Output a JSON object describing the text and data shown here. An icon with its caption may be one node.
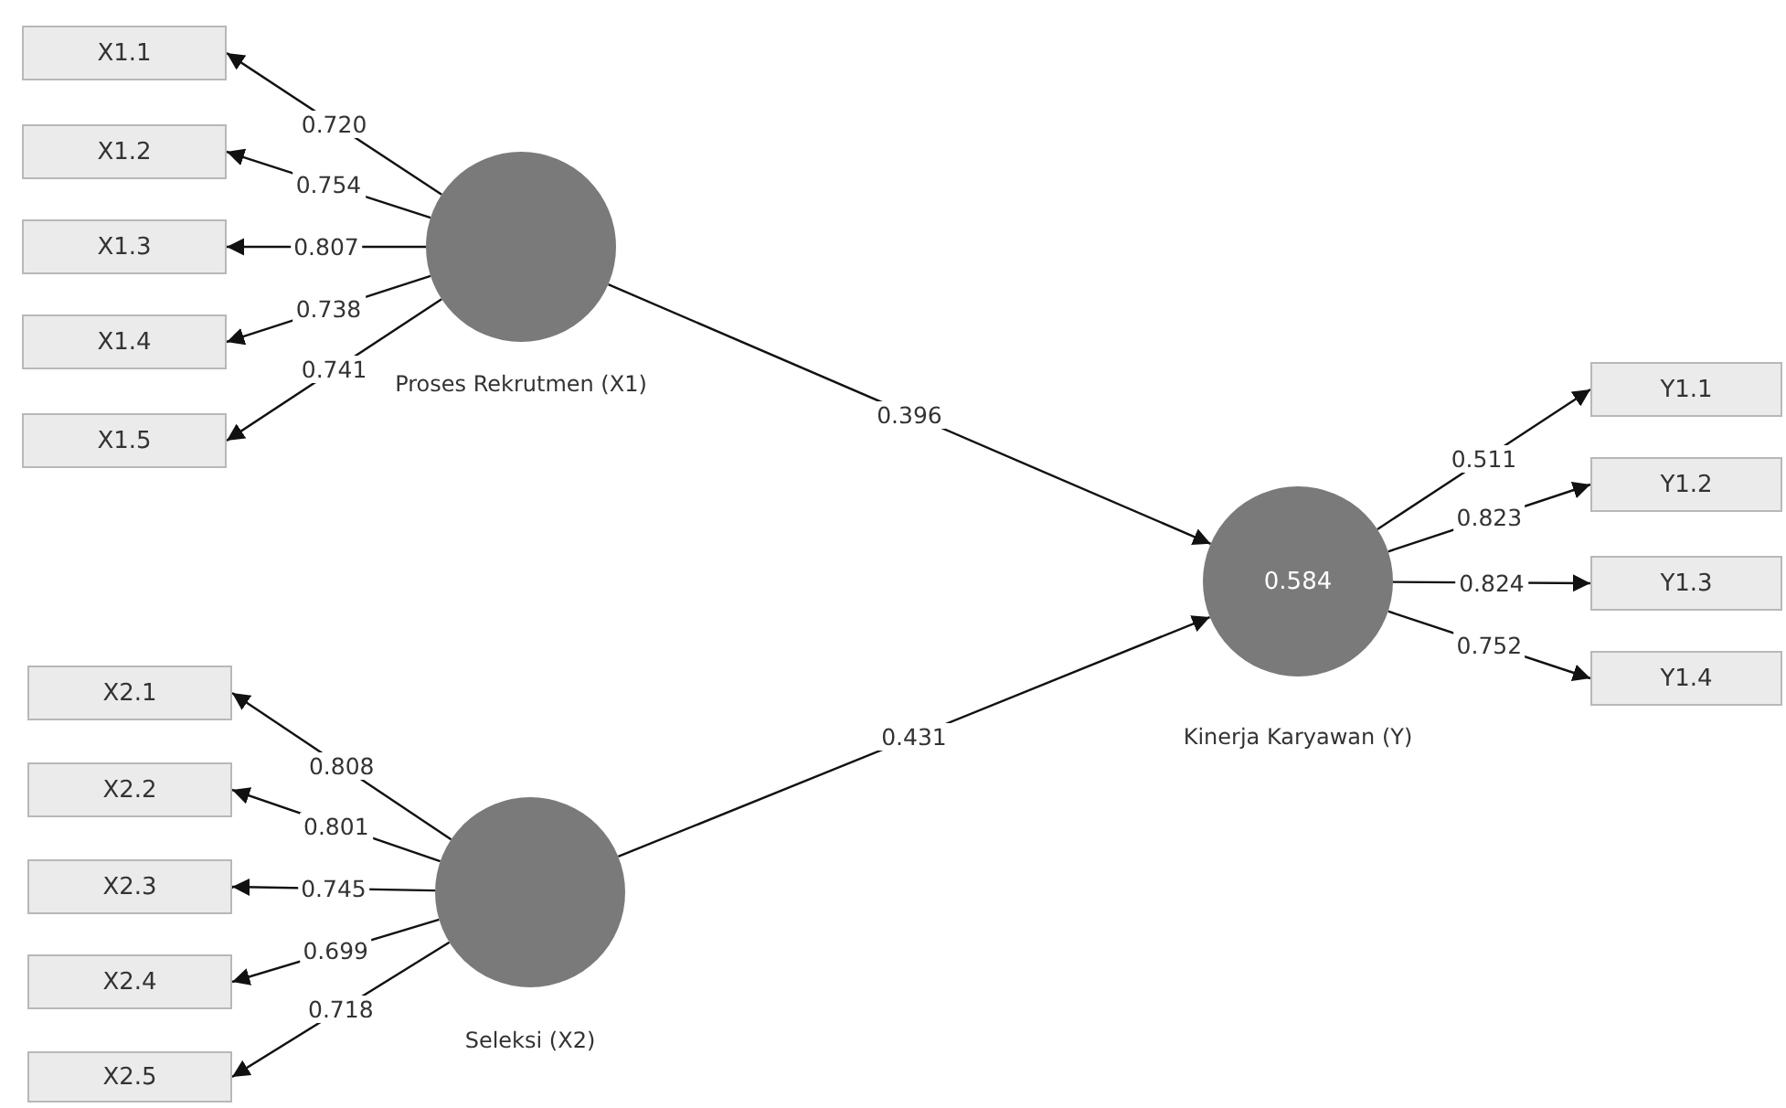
{
  "diagram": {
    "nodes": [
      {
        "text": [
          "X1.1"
        ]
      },
      {
        "text": [
          "X1.2"
        ]
      },
      {
        "text": [
          "X1.3"
        ]
      },
      {
        "text": [
          "X1.4"
        ]
      },
      {
        "text": [
          "X1.5"
        ]
      },
      {
        "text": [],
        "shape": "circle",
        "beside": [
          "Proses Rekrutmen (X1)"
        ]
      },
      {
        "text": [
          "Y1.1"
        ]
      },
      {
        "text": [
          "Y1.2"
        ]
      },
      {
        "text": [
          "Y1.3"
        ]
      },
      {
        "text": [
          "Y1.4"
        ]
      },
      {
        "text": [
          "0.584"
        ],
        "beside": [
          "Kinerja Karyawan (Y)"
        ]
      },
      {
        "text": [
          "X2.1"
        ]
      },
      {
        "text": [
          "X2.2"
        ]
      },
      {
        "text": [
          "X2.3"
        ]
      },
      {
        "text": [
          "X2.4"
        ]
      },
      {
        "text": [
          "X2.5"
        ]
      },
      {
        "text": [],
        "shape": "circle",
        "beside": [
          "Seleksi (X2)"
        ]
      }
    ],
    "edges": [
      {
        "from": 5,
        "to": 0,
        "arrow": "to",
        "label": "0.720"
      },
      {
        "from": 5,
        "to": 1,
        "arrow": "to",
        "label": "0.754"
      },
      {
        "from": 5,
        "to": 2,
        "arrow": "to",
        "label": "0.807"
      },
      {
        "from": 5,
        "to": 3,
        "arrow": "to",
        "label": "0.738"
      },
      {
        "from": 5,
        "to": 4,
        "arrow": "to",
        "label": "0.741"
      },
      {
        "from": 5,
        "to": 10,
        "arrow": "to",
        "label": "0.396"
      },
      {
        "from": 16,
        "to": 10,
        "arrow": "to",
        "label": "0.431"
      },
      {
        "from": 10,
        "to": 6,
        "arrow": "to",
        "label": "0.511"
      },
      {
        "from": 10,
        "to": 7,
        "arrow": "to",
        "label": "0.823"
      },
      {
        "from": 10,
        "to": 8,
        "arrow": "to",
        "label": "0.824"
      },
      {
        "from": 10,
        "to": 9,
        "arrow": "to",
        "label": "0.752"
      },
      {
        "from": 16,
        "to": 11,
        "arrow": "to",
        "label": "0.808"
      },
      {
        "from": 16,
        "to": 12,
        "arrow": "to",
        "label": "0.801"
      },
      {
        "from": 16,
        "to": 13,
        "arrow": "to",
        "label": "0.745"
      },
      {
        "from": 16,
        "to": 14,
        "arrow": "to",
        "label": "0.699"
      },
      {
        "from": 16,
        "to": 15,
        "arrow": "to",
        "label": "0.718"
      }
    ]
  }
}
